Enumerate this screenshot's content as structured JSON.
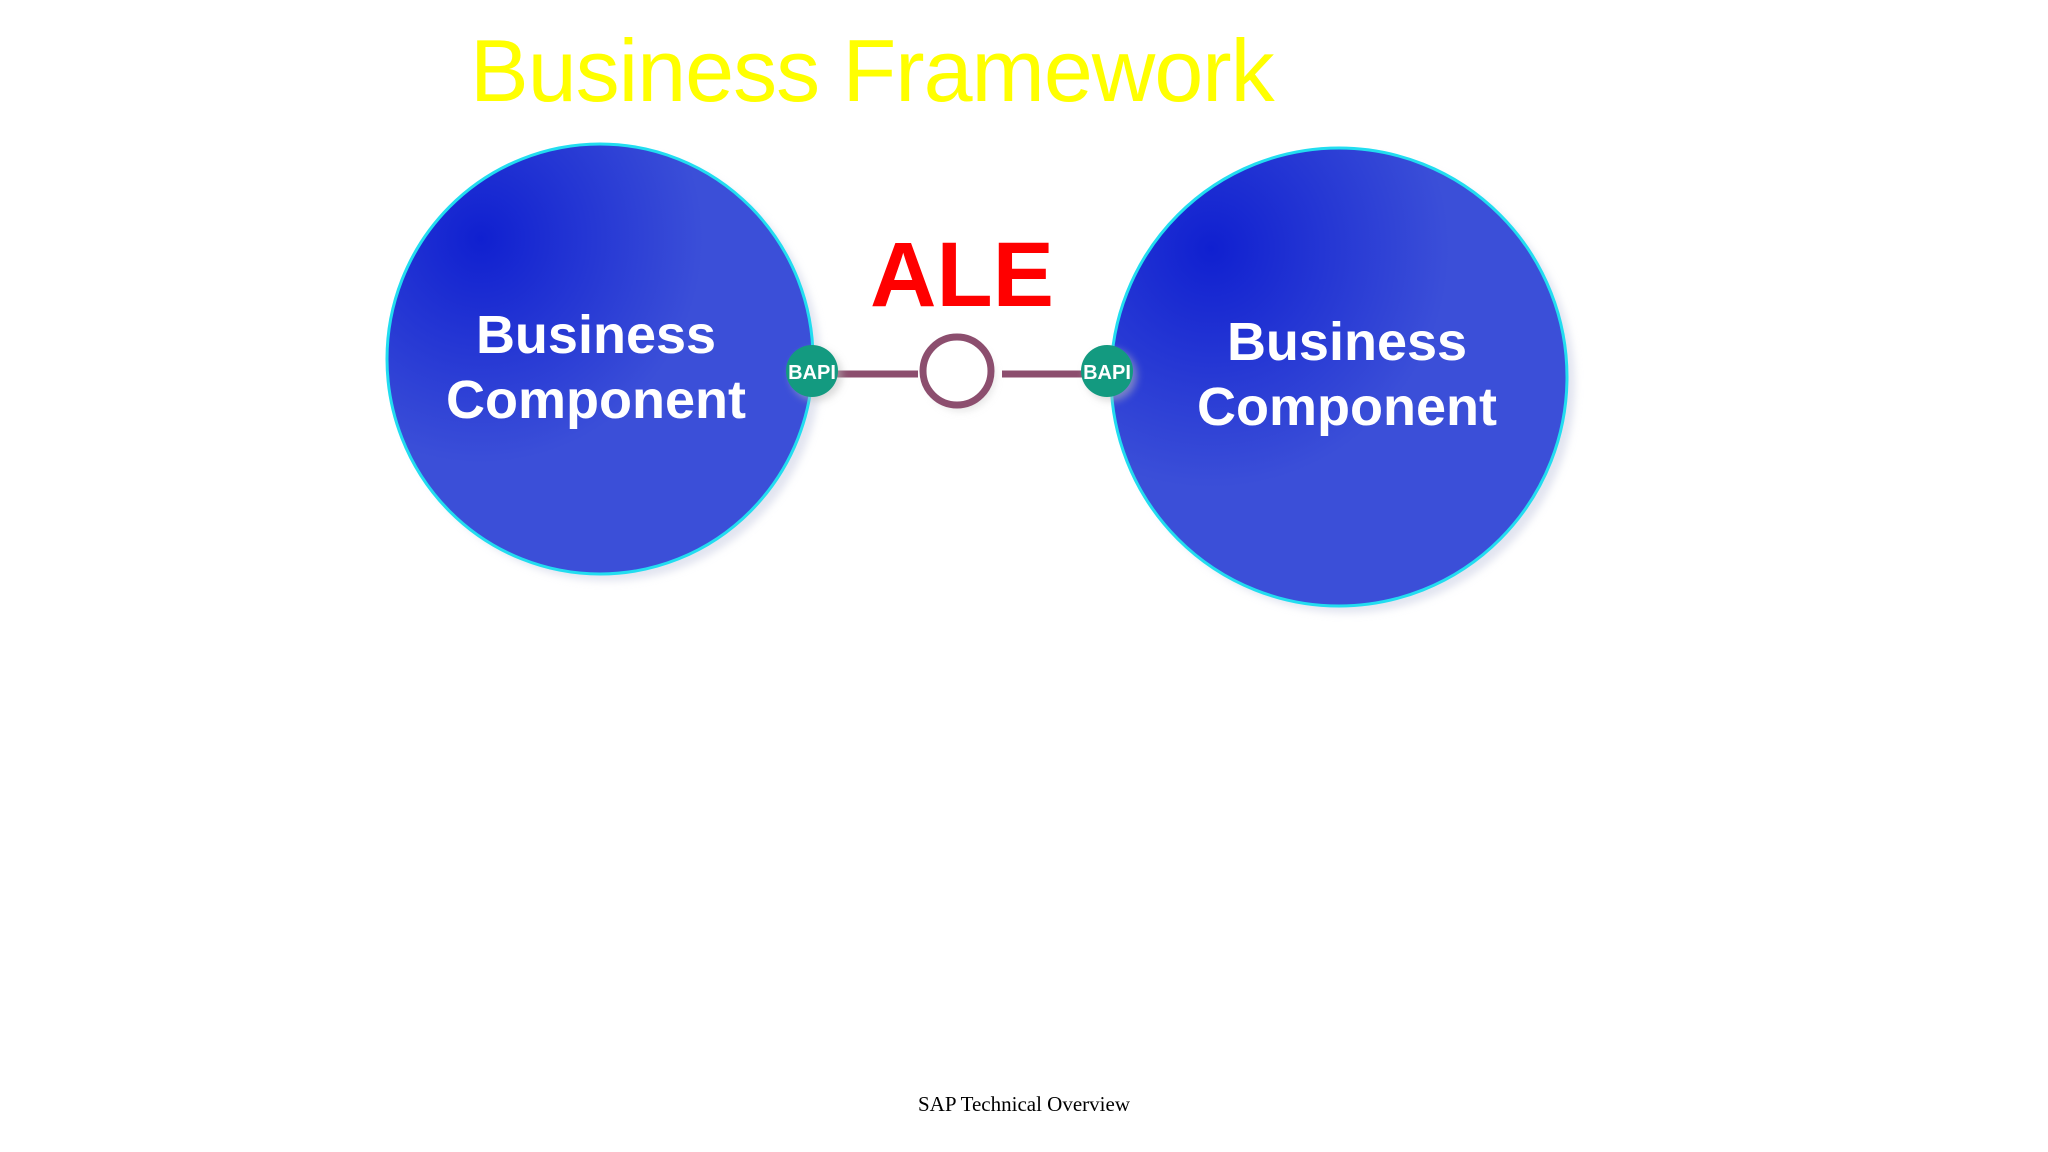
{
  "slide": {
    "title": "Business Framework",
    "title_color": "#ffff00",
    "footer": "SAP Technical Overview"
  },
  "diagram": {
    "connector_label": "ALE",
    "connector_label_color": "#ff0000",
    "connector_color": "#8c4e6e",
    "components": [
      {
        "line1": "Business",
        "line2": "Component",
        "api_badge": "BAPI"
      },
      {
        "line1": "Business",
        "line2": "Component",
        "api_badge": "BAPI"
      }
    ],
    "colors": {
      "component_fill_dark": "#1020d0",
      "component_fill_light": "#3b4fd8",
      "component_outline": "#22ddf0",
      "badge_fill": "#139a80",
      "text": "#ffffff"
    }
  }
}
